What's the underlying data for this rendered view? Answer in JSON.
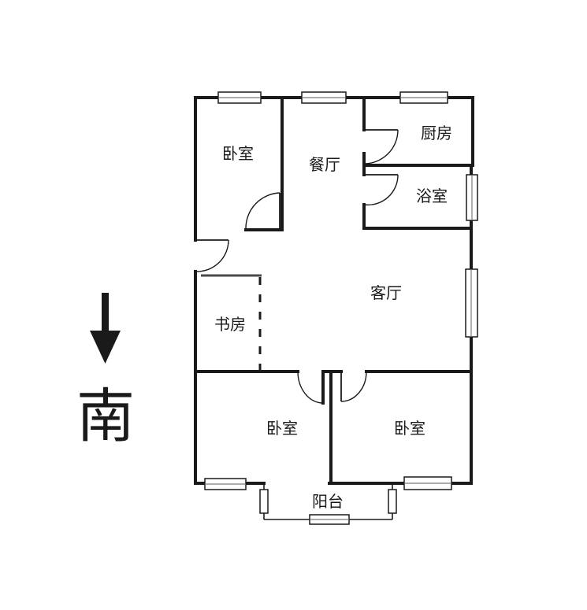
{
  "rooms": {
    "bedroom_nw": "卧室",
    "dining": "餐厅",
    "kitchen": "厨房",
    "bathroom": "浴室",
    "living": "客厅",
    "study": "书房",
    "bedroom_s1": "卧室",
    "bedroom_s2": "卧室",
    "balcony": "阳台"
  },
  "compass": {
    "direction": "南",
    "icon": "down-arrow-icon"
  }
}
